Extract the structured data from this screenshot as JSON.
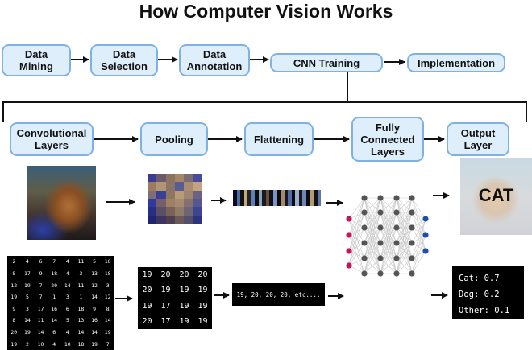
{
  "title": "How Computer Vision Works",
  "pipeline": {
    "top": [
      "Data Mining",
      "Data Selection",
      "Data Annotation",
      "CNN Training",
      "Implementation"
    ],
    "cnn": [
      "Convolutional Layers",
      "Pooling",
      "Flattening",
      "Fully Connected Layers",
      "Output Layer"
    ]
  },
  "prediction_label": "CAT",
  "input_matrix": [
    [
      "2",
      "4",
      "6",
      "7",
      "4",
      "11",
      "5",
      "16"
    ],
    [
      "8",
      "17",
      "9",
      "18",
      "4",
      "3",
      "13",
      "18"
    ],
    [
      "12",
      "19",
      "7",
      "20",
      "14",
      "11",
      "12",
      "3"
    ],
    [
      "19",
      "5",
      "7",
      "1",
      "3",
      "1",
      "14",
      "12"
    ],
    [
      "9",
      "3",
      "17",
      "16",
      "6",
      "18",
      "9",
      "8"
    ],
    [
      "8",
      "14",
      "11",
      "14",
      "5",
      "13",
      "16",
      "14"
    ],
    [
      "20",
      "19",
      "14",
      "6",
      "4",
      "14",
      "14",
      "19"
    ],
    [
      "19",
      "2",
      "10",
      "4",
      "10",
      "18",
      "19",
      "7"
    ]
  ],
  "pooled_matrix": [
    [
      "19",
      "20",
      "20",
      "20"
    ],
    [
      "20",
      "19",
      "19",
      "19"
    ],
    [
      "19",
      "17",
      "19",
      "19"
    ],
    [
      "20",
      "17",
      "19",
      "19"
    ]
  ],
  "flattened_text": "19, 20, 20, 20, etc....",
  "output_probs": [
    {
      "label": "Cat:",
      "value": "0.7"
    },
    {
      "label": "Dog:",
      "value": "0.2"
    },
    {
      "label": "Other:",
      "value": "0.1"
    }
  ],
  "colors": {
    "box_fill": "#dfeefb",
    "box_border": "#7fb2e3",
    "input_node": "#c2185b",
    "hidden_node": "#555555",
    "output_node": "#1e4fa8"
  }
}
